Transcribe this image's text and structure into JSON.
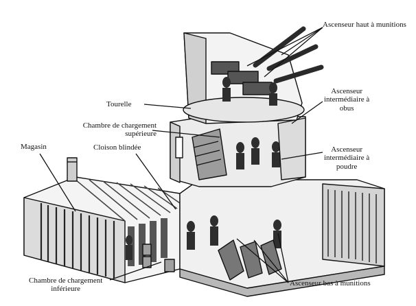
{
  "labels": {
    "hoist_top": "Ascenseur haut à munitions",
    "turret": "Tourelle",
    "hoist_shell": [
      "Ascenseur",
      "intermédiaire à",
      "obus"
    ],
    "chamber_upper": [
      "Chambre de chargement",
      "supérieure"
    ],
    "bulkhead": "Cloison blindée",
    "magazine": "Magasin",
    "hoist_powder": [
      "Ascenseur",
      "intermédiaire à",
      "poudre"
    ],
    "chamber_lower": [
      "Chambre de chargement",
      "inférieure"
    ],
    "hoist_bottom": "Ascenseur bas à munitions"
  },
  "colors": {
    "ink": "#111111",
    "paper": "#ffffff",
    "shade": "#9a9a9a",
    "dark": "#3a3a3a"
  }
}
